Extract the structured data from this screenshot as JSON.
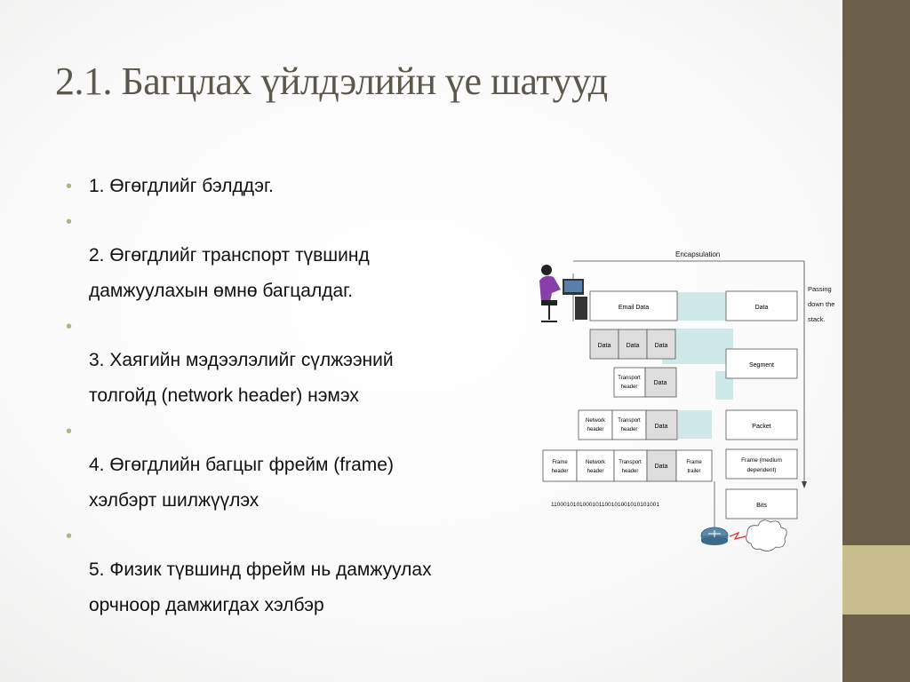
{
  "slide": {
    "title": "2.1. Багцлах үйлдэлийн үе шатууд",
    "bullets": [
      "1. Өгөгдлийг бэлддэг.",
      "",
      "2. Өгөгдлийг транспорт түвшинд\nдамжуулахын өмнө багцалдаг.",
      "",
      "3. Хаягийн мэдээлэлийг сүлжээний\nтолгойд (network header) нэмэх",
      "",
      "4. Өгөгдлийн багцыг фрейм (frame)\nхэлбэрт шилжүүлэх",
      "",
      "5. Физик түвшинд фрейм нь дамжуулах\nорчноор дамжигдах хэлбэр"
    ]
  },
  "diagram": {
    "heading": "Encapsulation",
    "side_note": [
      "Passing",
      "down the",
      "stack."
    ],
    "email_data": "Email Data",
    "data": "Data",
    "transport_header": [
      "Transport",
      "header"
    ],
    "network_header": [
      "Network",
      "header"
    ],
    "frame_header": [
      "Frame",
      "header"
    ],
    "frame_trailer": [
      "Frame",
      "trailer"
    ],
    "pdu_labels": {
      "data": "Data",
      "segment": "Segment",
      "packet": "Packet",
      "frame": [
        "Frame (medium",
        "dependent)"
      ],
      "bits": "Bits"
    },
    "bit_string": "1100010101000101100101001010101001"
  },
  "colors": {
    "accent_bar": "#6b5f4a",
    "accent_band": "#c7bd8d",
    "bullet_dot": "#b8b08a",
    "highlight": "#cfe8e8"
  }
}
